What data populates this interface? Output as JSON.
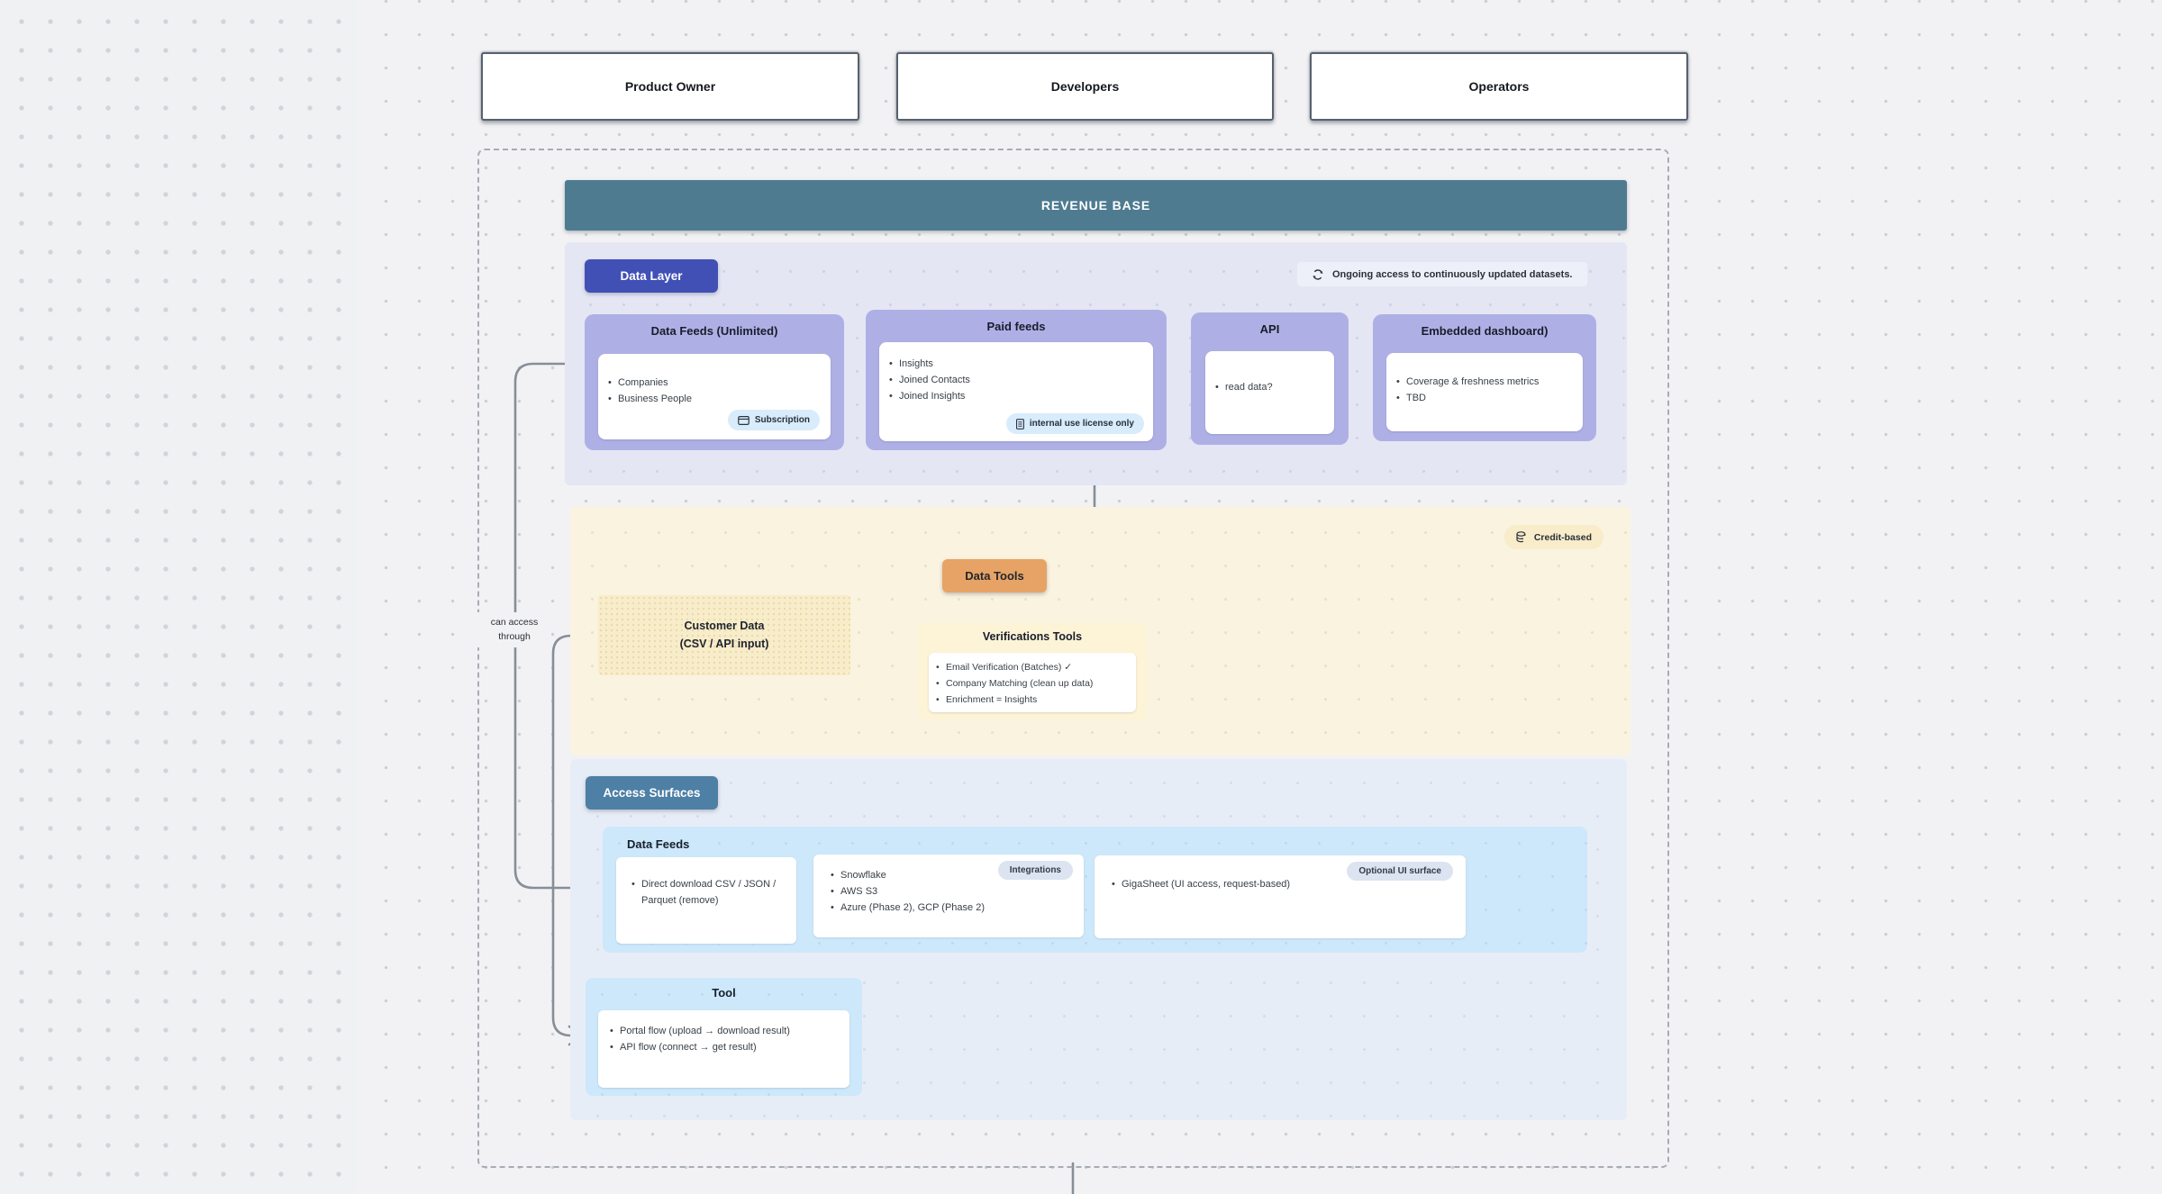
{
  "actors": [
    {
      "label": "Product Owner"
    },
    {
      "label": "Developers"
    },
    {
      "label": "Operators"
    }
  ],
  "revenue_base": {
    "title": "REVENUE BASE"
  },
  "data_layer": {
    "badge_label": "Data Layer",
    "note": "Ongoing access to continuously updated datasets.",
    "note_icon": "refresh-icon",
    "cards": [
      {
        "title": "Data Feeds (Unlimited)",
        "items": [
          "Companies",
          "Business People"
        ],
        "badge": "Subscription",
        "badge_icon": "credit-card-icon"
      },
      {
        "title": "Paid feeds",
        "items": [
          "Insights",
          "Joined Contacts",
          "Joined Insights"
        ],
        "badge": "internal use license only",
        "badge_icon": "license-document-icon"
      },
      {
        "title": "API",
        "items": [
          "read data?"
        ]
      },
      {
        "title": "Embedded dashboard)",
        "items": [
          "Coverage & freshness metrics",
          "TBD"
        ]
      }
    ]
  },
  "data_tools": {
    "badge_label": "Data Tools",
    "credit_badge": "Credit-based",
    "credit_icon": "coins-icon",
    "customer_data": {
      "line1": "Customer Data",
      "line2": "(CSV / API input)"
    },
    "verifications": {
      "title": "Verifications Tools",
      "items": [
        "Email Verification (Batches) ✓",
        "Company Matching (clean up data)",
        "Enrichment = Insights"
      ]
    },
    "can_access_label": {
      "line1": "can access",
      "line2": "through"
    }
  },
  "access_surfaces": {
    "badge_label": "Access Surfaces",
    "data_feeds": {
      "heading": "Data Feeds",
      "boxes": [
        {
          "items": [
            "Direct download CSV / JSON / Parquet (remove)"
          ]
        },
        {
          "badge": "Integrations",
          "items": [
            "Snowflake",
            "AWS S3",
            "Azure (Phase 2), GCP (Phase 2)"
          ]
        },
        {
          "badge": "Optional UI surface",
          "items": [
            "GigaSheet (UI access, request-based)"
          ]
        }
      ]
    },
    "tool": {
      "title": "Tool",
      "items": [
        "Portal flow (upload → download result)",
        "API flow (connect → get result)"
      ]
    }
  },
  "colors": {
    "revenue_bar": "#4e7b90",
    "data_layer_badge": "#4150b5",
    "purple_card": "#aeb0e5",
    "data_tools_badge": "#e7a365",
    "access_badge": "#4e7fa5",
    "panel_blue": "#cde8fa",
    "section_lavender": "#e4e6f4",
    "section_cream": "#faf3e0",
    "section_blue": "#e7edf7",
    "connector_gray": "#868e98"
  }
}
